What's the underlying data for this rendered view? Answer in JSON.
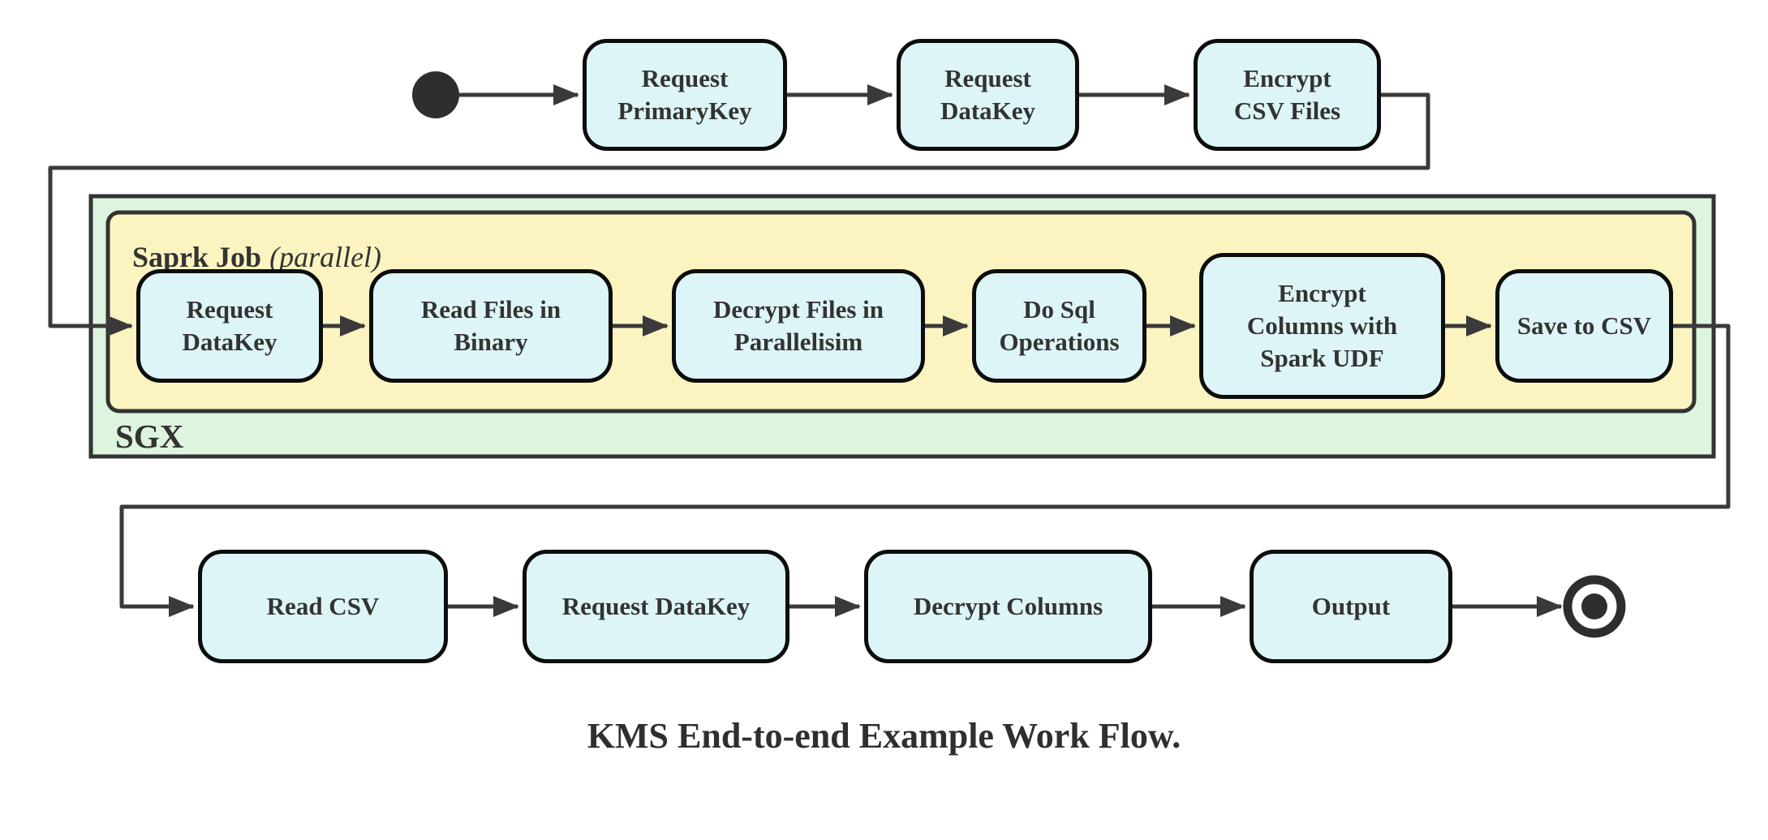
{
  "diagram": {
    "caption": "KMS End-to-end Example Work Flow.",
    "sgx_container_label": "SGX",
    "spark_container_label_bold": "Saprk Job",
    "spark_container_label_italic": "(parallel)",
    "top_row_nodes": [
      {
        "label": "Request\nPrimaryKey"
      },
      {
        "label": "Request\nDataKey"
      },
      {
        "label": "Encrypt\nCSV Files"
      }
    ],
    "spark_row_nodes": [
      {
        "label": "Request\nDataKey"
      },
      {
        "label": "Read Files in\nBinary"
      },
      {
        "label": "Decrypt Files in\nParallelisim"
      },
      {
        "label": "Do Sql\nOperations"
      },
      {
        "label": "Encrypt\nColumns with\nSpark UDF"
      },
      {
        "label": "Save to CSV"
      }
    ],
    "bottom_row_nodes": [
      {
        "label": "Read CSV"
      },
      {
        "label": "Request DataKey"
      },
      {
        "label": "Decrypt Columns"
      },
      {
        "label": "Output"
      }
    ]
  },
  "colors": {
    "node_fill": "#def5f8",
    "node_border": "#0d0d0d",
    "edge": "#3a3a3a",
    "green_fill": "#ddf4de",
    "yellow_fill": "#fbf4c1",
    "container_border": "#333333",
    "start_end_fill": "#2e2e2e",
    "text": "#333333"
  }
}
